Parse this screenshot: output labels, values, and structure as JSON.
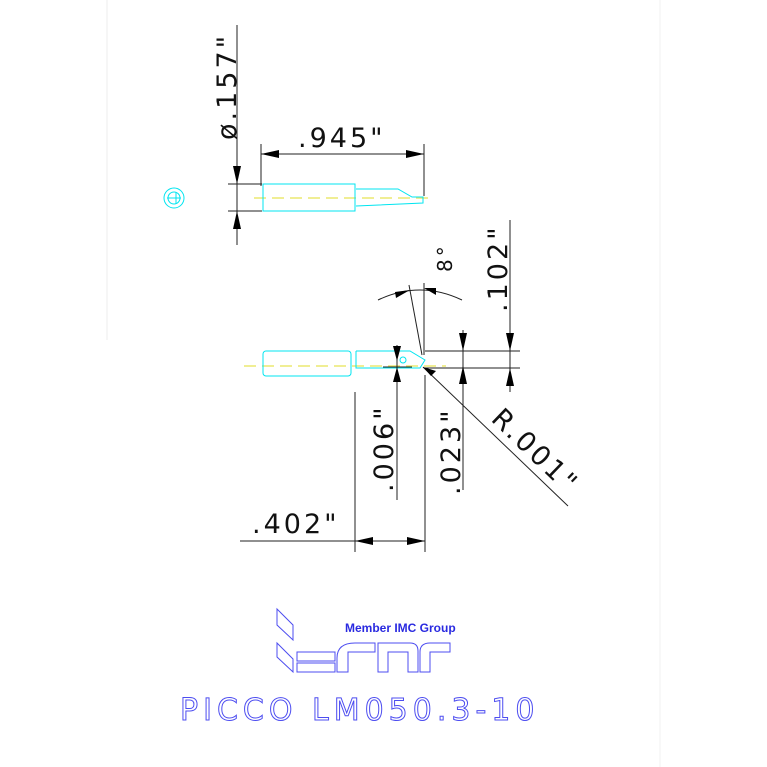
{
  "drawing": {
    "dimensions": {
      "shank_diameter": "ø.157\"",
      "overall_length": ".945\"",
      "angle": "8°",
      "height": ".102\"",
      "offset_small": ".006\"",
      "offset_center": ".023\"",
      "corner_radius": "R.001\"",
      "reach_length": ".402\""
    },
    "colors": {
      "tool_outline": "#00e5f0",
      "centerline": "#ece870",
      "logo": "#4d4df0"
    }
  },
  "logo": {
    "brand": "iscar",
    "tagline": "Member IMC Group"
  },
  "title": "PICCO LM050.3-10"
}
